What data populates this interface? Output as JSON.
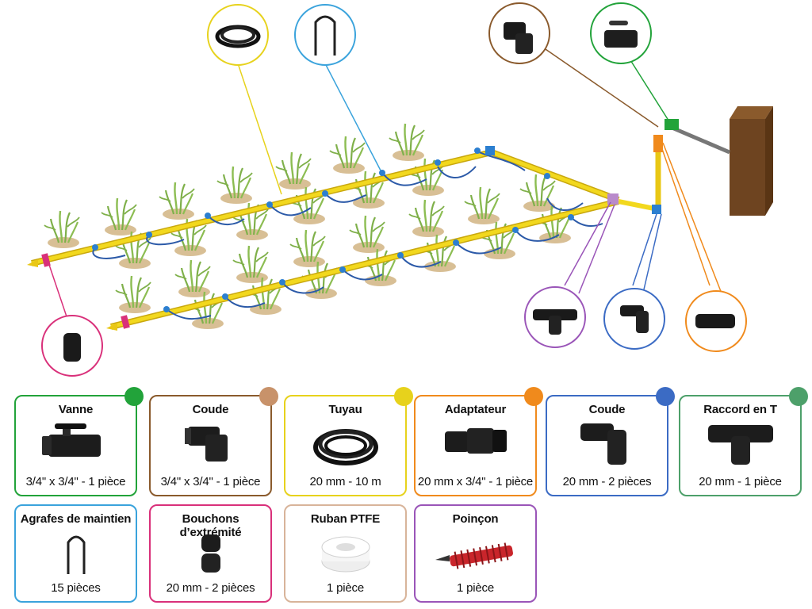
{
  "colors": {
    "vanne": "#22a33a",
    "coude_marron": "#c8926a",
    "tuyau": "#e7d21c",
    "adaptateur": "#f08a1c",
    "coude_bleu": "#3b6bc4",
    "raccord_t": "#4da06a",
    "agrafes": "#3aa3dc",
    "bouchons": "#d9307a",
    "ruban": "#d8b49a",
    "poincon": "#9a55b8",
    "pipe": "#f2d81e",
    "soil": "#d8bf95",
    "wall": "#6e4420"
  },
  "cards": [
    {
      "key": "vanne",
      "title": "Vanne",
      "caption": "3/4\" x 3/4\" - 1 pièce",
      "color": "#22a33a",
      "icon": "valve-icon"
    },
    {
      "key": "coude1",
      "title": "Coude",
      "caption": "3/4\" x 3/4\" - 1 pièce",
      "color": "#c8926a",
      "icon": "elbow-icon"
    },
    {
      "key": "tuyau",
      "title": "Tuyau",
      "caption": "20 mm - 10 m",
      "color": "#e7d21c",
      "icon": "hose-coil-icon"
    },
    {
      "key": "adaptateur",
      "title": "Adaptateur",
      "caption": "20 mm x 3/4\" - 1 pièce",
      "color": "#f08a1c",
      "icon": "adapter-icon"
    },
    {
      "key": "coude2",
      "title": "Coude",
      "caption": "20 mm - 2 pièces",
      "color": "#3b6bc4",
      "icon": "elbow-compression-icon"
    },
    {
      "key": "raccord",
      "title": "Raccord en T",
      "caption": "20 mm - 1 pièce",
      "color": "#4da06a",
      "icon": "tee-connector-icon"
    },
    {
      "key": "agrafes",
      "title": "Agrafes de maintien",
      "caption": "15 pièces",
      "color": "#3aa3dc",
      "icon": "staple-icon"
    },
    {
      "key": "bouchons",
      "title": "Bouchons d’extrémité",
      "caption": "20 mm - 2 pièces",
      "color": "#d9307a",
      "icon": "end-plug-icon"
    },
    {
      "key": "ruban",
      "title": "Ruban PTFE",
      "caption": "1 pièce",
      "color": "#d8b49a",
      "icon": "ptfe-tape-icon"
    },
    {
      "key": "poincon",
      "title": "Poinçon",
      "caption": "1 pièce",
      "color": "#9a55b8",
      "icon": "punch-tool-icon"
    }
  ]
}
